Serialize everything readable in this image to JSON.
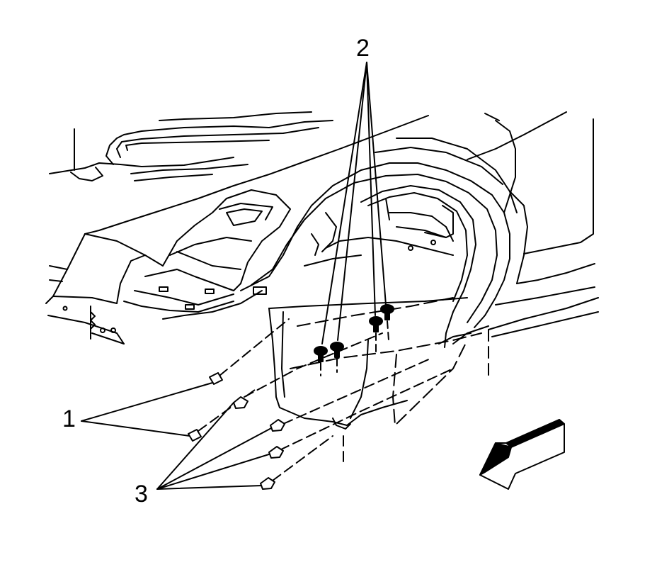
{
  "callouts": {
    "one": "1",
    "two": "2",
    "three": "3"
  },
  "colors": {
    "line": "#000000",
    "background": "#ffffff"
  },
  "icons": {
    "direction_arrow": "front-direction-arrow-icon"
  }
}
